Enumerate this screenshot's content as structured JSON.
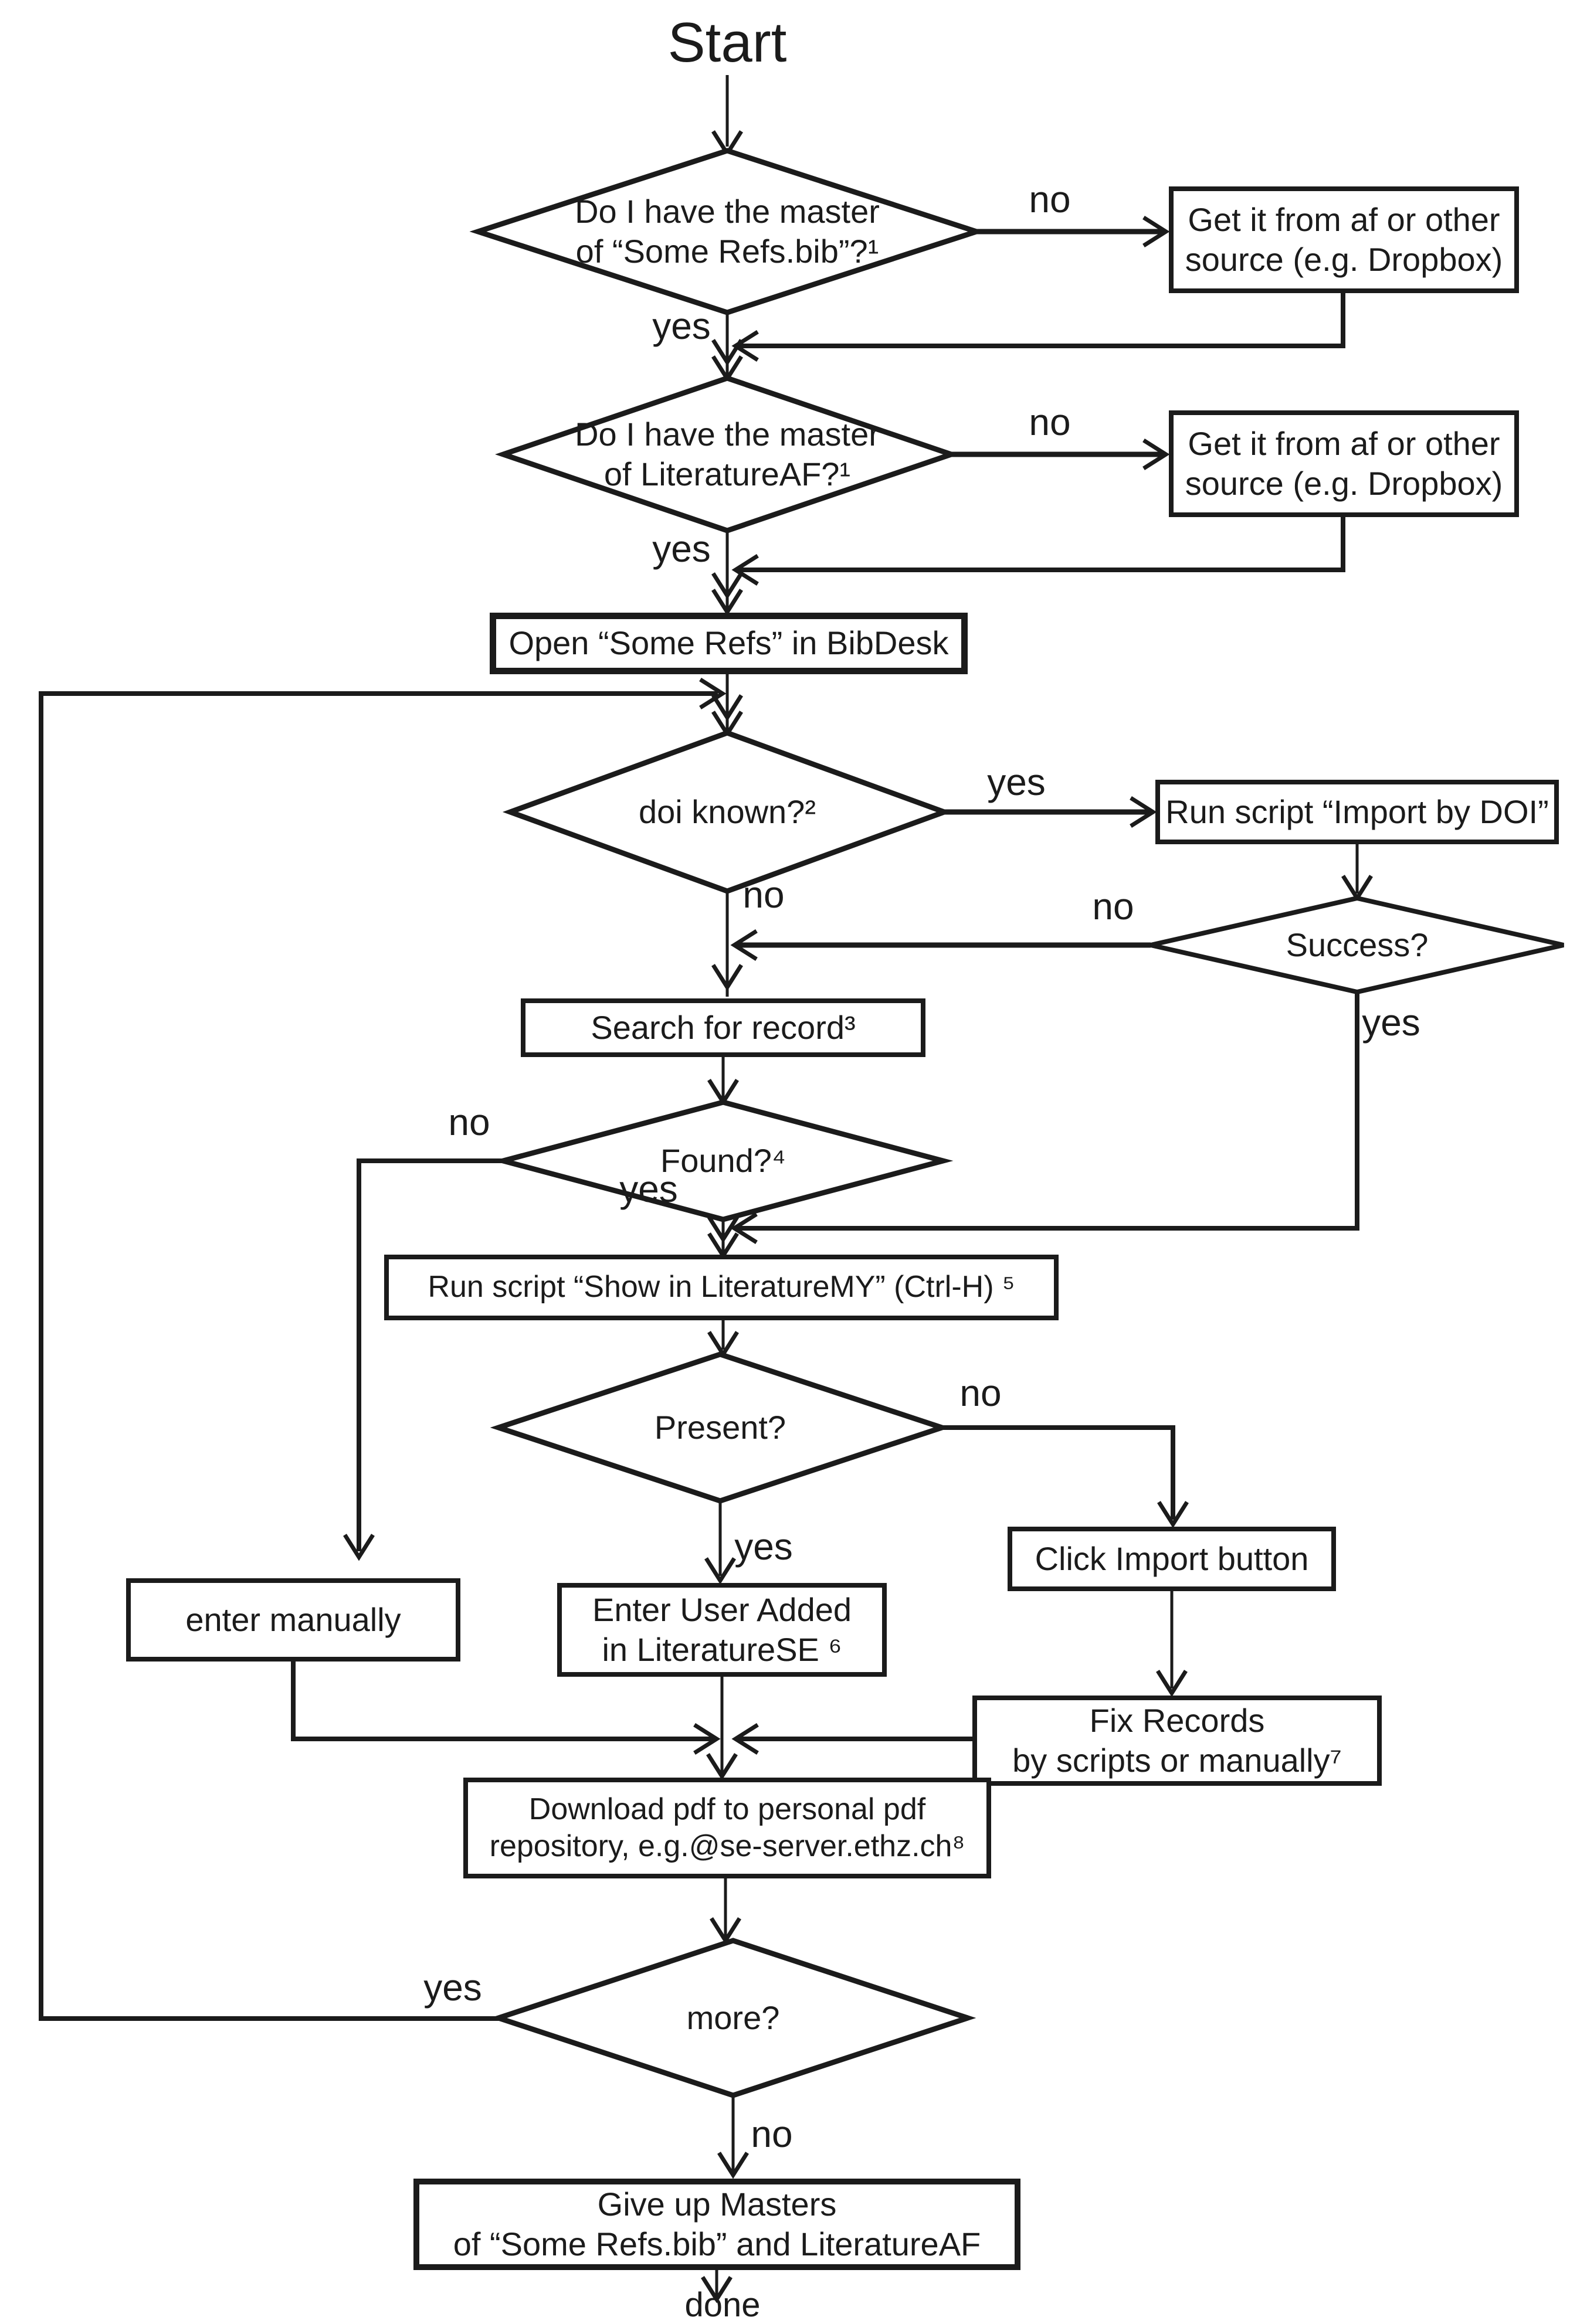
{
  "flow": {
    "start_label": "Start",
    "done_label": "done",
    "colors": {
      "ink": "#1b1b1b",
      "background": "#ffffff"
    },
    "nodes": {
      "master_somerefs": {
        "type": "decision",
        "text": "Do I have the master\nof “Some Refs.bib”?¹"
      },
      "get_from_af_1": {
        "type": "process",
        "text": "Get it from af or other\nsource (e.g. Dropbox)"
      },
      "master_literatureaf": {
        "type": "decision",
        "text": "Do I have the master\nof LiteratureAF?¹"
      },
      "get_from_af_2": {
        "type": "process",
        "text": "Get it from af or other\nsource (e.g. Dropbox)"
      },
      "open_bibdesk": {
        "type": "process",
        "text": "Open “Some Refs” in BibDesk"
      },
      "doi_known": {
        "type": "decision",
        "text": "doi known?²"
      },
      "run_import_doi": {
        "type": "process",
        "text": "Run script “Import by DOI”"
      },
      "success": {
        "type": "decision",
        "text": "Success?"
      },
      "search_record": {
        "type": "process",
        "text": "Search for record³"
      },
      "found": {
        "type": "decision",
        "text": "Found?⁴"
      },
      "run_show_literaturemy": {
        "type": "process",
        "text": "Run script “Show in LiteratureMY” (Ctrl-H) ⁵"
      },
      "present": {
        "type": "decision",
        "text": "Present?"
      },
      "enter_manually": {
        "type": "process",
        "text": "enter manually"
      },
      "enter_user_added": {
        "type": "process",
        "text": "Enter User Added\nin LiteratureSE ⁶"
      },
      "click_import": {
        "type": "process",
        "text": "Click Import button"
      },
      "fix_records": {
        "type": "process",
        "text": "Fix Records\nby scripts or manually⁷"
      },
      "download_pdf": {
        "type": "process",
        "text": "Download pdf to personal pdf\nrepository, e.g.@se-server.ethz.ch⁸"
      },
      "more": {
        "type": "decision",
        "text": "more?"
      },
      "give_up_masters": {
        "type": "process",
        "text": "Give up Masters\nof “Some Refs.bib” and LiteratureAF"
      }
    },
    "edge_labels": {
      "no_master_somerefs": "no",
      "yes_master_somerefs": "yes",
      "no_master_literatureaf": "no",
      "yes_master_literatureaf": "yes",
      "yes_doi_known": "yes",
      "no_doi_known": "no",
      "no_success": "no",
      "yes_success": "yes",
      "no_found": "no",
      "yes_found": "yes",
      "no_present": "no",
      "yes_present": "yes",
      "yes_more": "yes",
      "no_more": "no"
    }
  }
}
